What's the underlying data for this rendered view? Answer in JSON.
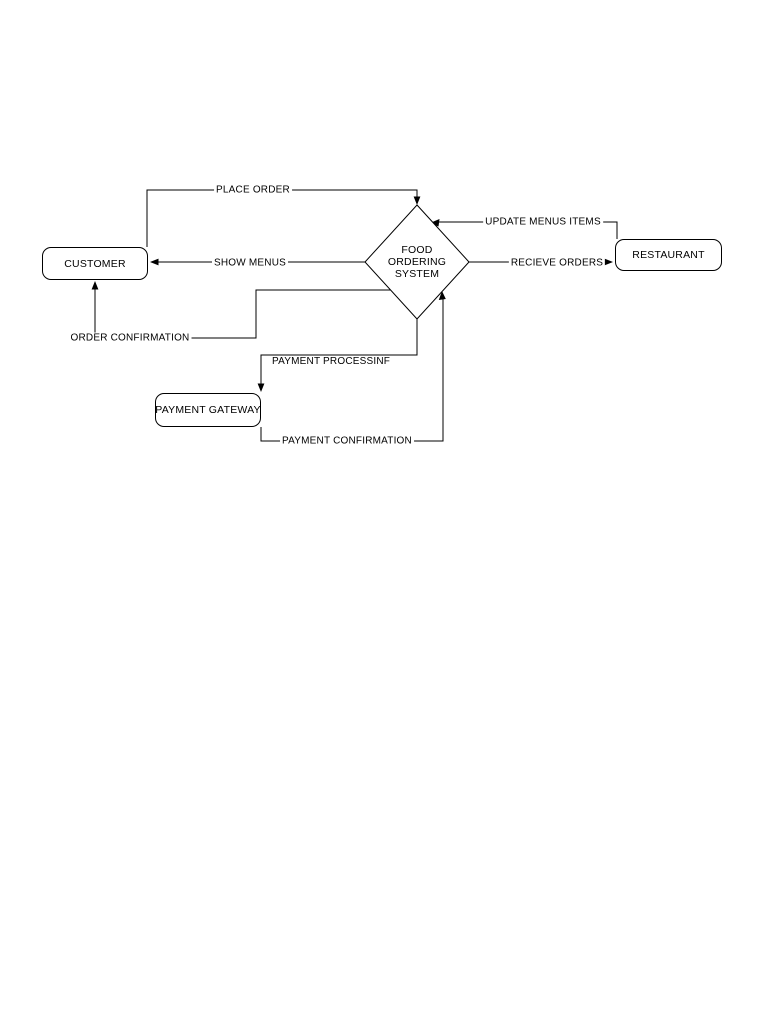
{
  "diagram": {
    "colors": {
      "background": "#ffffff",
      "stroke": "#000000",
      "text": "#000000",
      "node_fill": "#ffffff"
    },
    "nodes": {
      "customer": {
        "label": "CUSTOMER",
        "shape": "rounded-rectangle"
      },
      "restaurant": {
        "label": "RESTAURANT",
        "shape": "rounded-rectangle"
      },
      "payment_gateway": {
        "label": "PAYMENT GATEWAY",
        "shape": "rounded-rectangle"
      },
      "food_ordering_system": {
        "label": "FOOD ORDERING SYSTEM",
        "label_lines": [
          "FOOD",
          "ORDERING",
          "SYSTEM"
        ],
        "shape": "diamond"
      }
    },
    "edges": {
      "place_order": {
        "label": "PLACE ORDER",
        "from": "customer",
        "to": "food_ordering_system"
      },
      "show_menus": {
        "label": "SHOW MENUS",
        "from": "food_ordering_system",
        "to": "customer"
      },
      "order_confirmation": {
        "label": "ORDER CONFIRMATION",
        "from": "food_ordering_system",
        "to": "customer"
      },
      "update_menus_items": {
        "label": "UPDATE MENUS ITEMS",
        "from": "restaurant",
        "to": "food_ordering_system"
      },
      "recieve_orders": {
        "label": "RECIEVE ORDERS",
        "from": "food_ordering_system",
        "to": "restaurant"
      },
      "payment_processinf": {
        "label": "PAYMENT PROCESSINF",
        "from": "food_ordering_system",
        "to": "payment_gateway"
      },
      "payment_confirmation": {
        "label": "PAYMENT CONFIRMATION",
        "from": "payment_gateway",
        "to": "food_ordering_system"
      }
    }
  }
}
